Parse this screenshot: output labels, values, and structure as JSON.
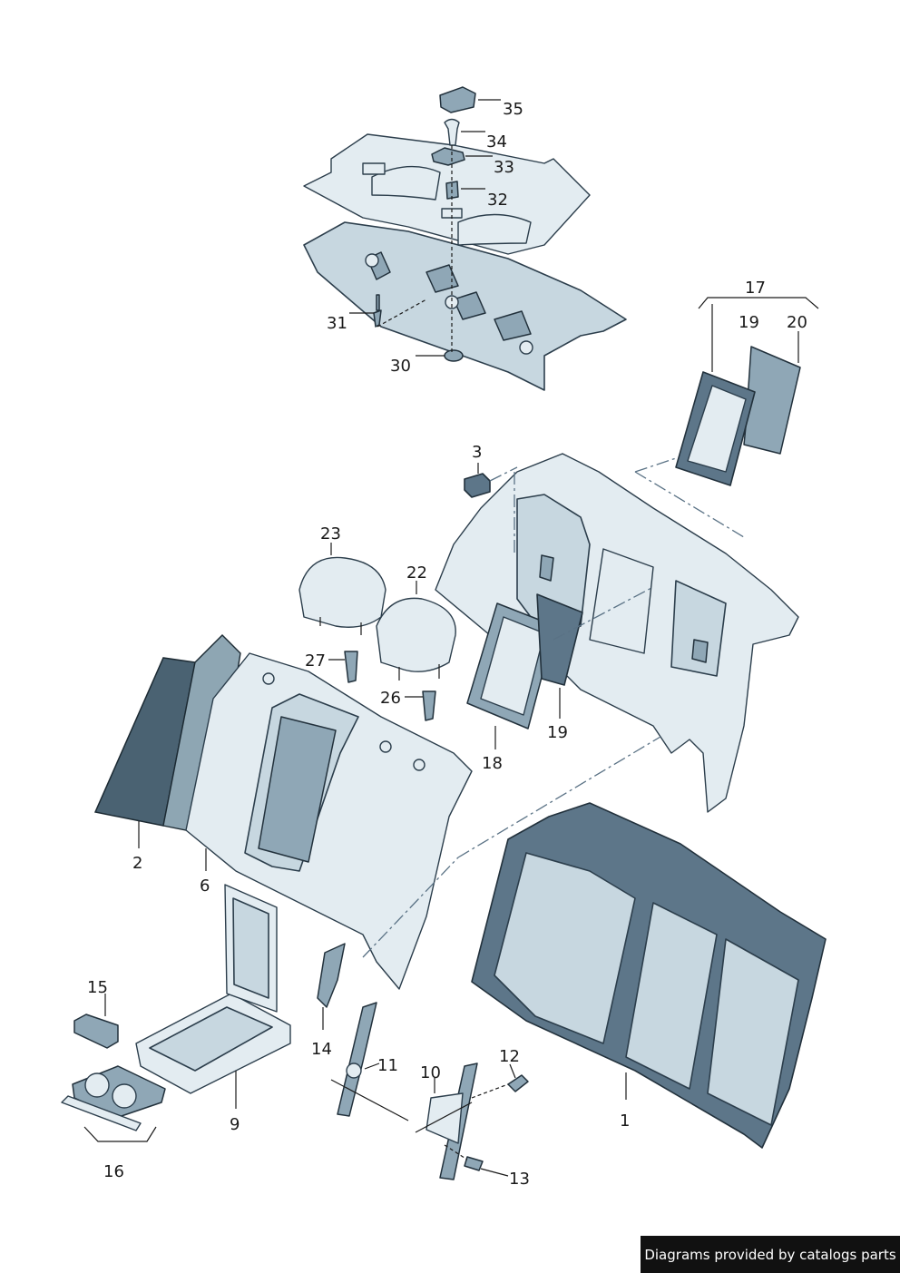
{
  "callouts": {
    "c35": "35",
    "c34": "34",
    "c33": "33",
    "c32": "32",
    "c31": "31",
    "c30": "30",
    "c17": "17",
    "c19a": "19",
    "c20": "20",
    "c3": "3",
    "c23": "23",
    "c22": "22",
    "c27": "27",
    "c26": "26",
    "c18": "18",
    "c19b": "19",
    "c2": "2",
    "c6": "6",
    "c15": "15",
    "c14": "14",
    "c11": "11",
    "c10": "10",
    "c12": "12",
    "c9": "9",
    "c1": "1",
    "c16": "16",
    "c13": "13"
  },
  "credit": "Diagrams provided by catalogs parts"
}
